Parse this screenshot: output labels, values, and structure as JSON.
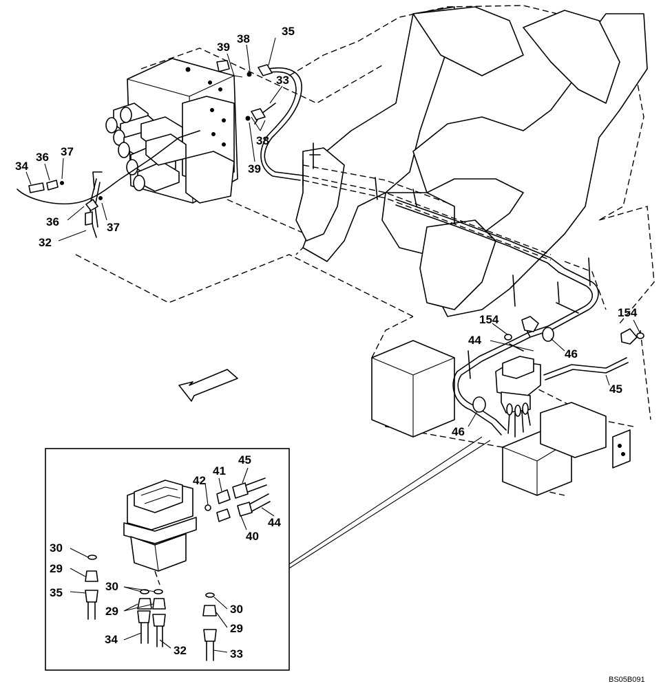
{
  "drawing_code": "BS05B091",
  "callouts": [
    {
      "id": "c35-top",
      "text": "35"
    },
    {
      "id": "c38-top",
      "text": "38"
    },
    {
      "id": "c39-top",
      "text": "39"
    },
    {
      "id": "c33-top",
      "text": "33"
    },
    {
      "id": "c38-mid",
      "text": "38"
    },
    {
      "id": "c39-mid",
      "text": "39"
    },
    {
      "id": "c34-left",
      "text": "34"
    },
    {
      "id": "c36-left",
      "text": "36"
    },
    {
      "id": "c37-left",
      "text": "37"
    },
    {
      "id": "c36-low",
      "text": "36"
    },
    {
      "id": "c37-low",
      "text": "37"
    },
    {
      "id": "c32-left",
      "text": "32"
    },
    {
      "id": "c154-a",
      "text": "154"
    },
    {
      "id": "c154-b",
      "text": "154"
    },
    {
      "id": "c44-main",
      "text": "44"
    },
    {
      "id": "c46-a",
      "text": "46"
    },
    {
      "id": "c45-main",
      "text": "45"
    },
    {
      "id": "c46-b",
      "text": "46"
    },
    {
      "id": "c45-det",
      "text": "45"
    },
    {
      "id": "c41-det",
      "text": "41"
    },
    {
      "id": "c42-det",
      "text": "42"
    },
    {
      "id": "c44-det",
      "text": "44"
    },
    {
      "id": "c40-det",
      "text": "40"
    },
    {
      "id": "c30-a",
      "text": "30"
    },
    {
      "id": "c29-a",
      "text": "29"
    },
    {
      "id": "c35-det",
      "text": "35"
    },
    {
      "id": "c30-b",
      "text": "30"
    },
    {
      "id": "c29-b",
      "text": "29"
    },
    {
      "id": "c30-c",
      "text": "30"
    },
    {
      "id": "c29-c",
      "text": "29"
    },
    {
      "id": "c34-det",
      "text": "34"
    },
    {
      "id": "c32-det",
      "text": "32"
    },
    {
      "id": "c33-det",
      "text": "33"
    }
  ],
  "icons": {
    "direction": "front-direction-arrow-icon"
  }
}
